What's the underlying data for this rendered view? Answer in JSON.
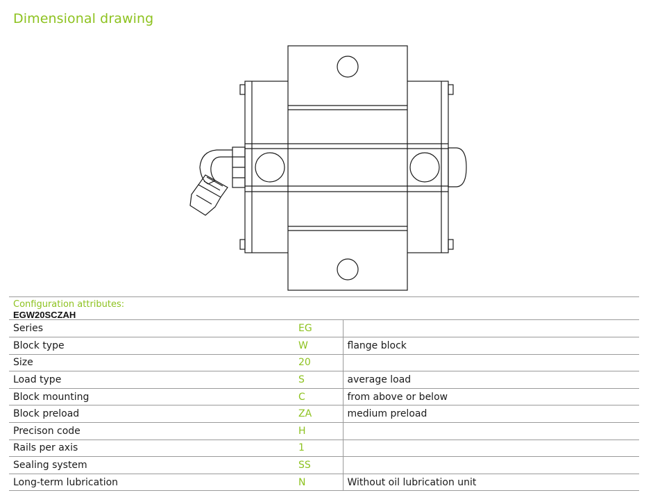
{
  "heading": "Dimensional drawing",
  "config": {
    "title": "Configuration attributes:",
    "code": "EGW20SCZAH",
    "rows": [
      {
        "name": "Series",
        "code": "EG",
        "description": ""
      },
      {
        "name": "Block type",
        "code": "W",
        "description": "flange block"
      },
      {
        "name": "Size",
        "code": "20",
        "description": ""
      },
      {
        "name": "Load type",
        "code": "S",
        "description": "average load"
      },
      {
        "name": "Block mounting",
        "code": "C",
        "description": "from above or below"
      },
      {
        "name": "Block preload",
        "code": "ZA",
        "description": "medium preload"
      },
      {
        "name": "Precison code",
        "code": "H",
        "description": ""
      },
      {
        "name": "Rails per axis",
        "code": "1",
        "description": ""
      },
      {
        "name": "Sealing system",
        "code": "SS",
        "description": ""
      },
      {
        "name": "Long-term lubrication",
        "code": "N",
        "description": "Without oil lubrication unit"
      }
    ]
  }
}
